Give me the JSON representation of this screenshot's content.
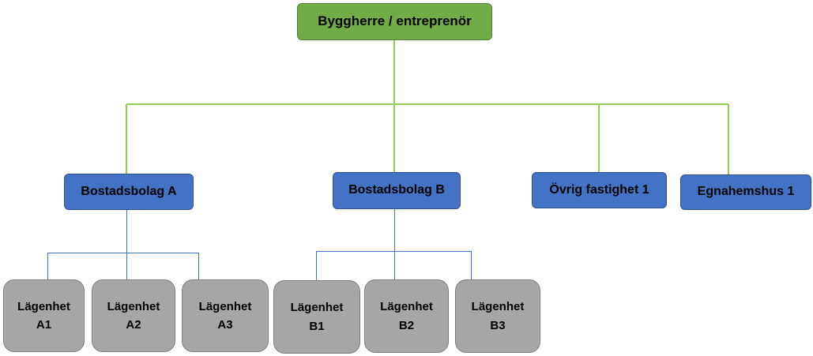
{
  "colors": {
    "owner_box": "#70ad47",
    "company_box": "#4472c4",
    "apartment_box": "#a6a6a6",
    "owner_connector": "#92d050",
    "company_connector": "#4472c4"
  },
  "root": {
    "label": "Byggherre / entreprenör"
  },
  "companies": [
    {
      "label": "Bostadsbolag A"
    },
    {
      "label": "Bostadsbolag B"
    },
    {
      "label": "Övrig fastighet 1"
    },
    {
      "label": "Egnahemshus 1"
    }
  ],
  "apartments": [
    {
      "line1": "Lägenhet",
      "line2": "A1"
    },
    {
      "line1": "Lägenhet",
      "line2": "A2"
    },
    {
      "line1": "Lägenhet",
      "line2": "A3"
    },
    {
      "line1": "Lägenhet",
      "line2": "B1"
    },
    {
      "line1": "Lägenhet",
      "line2": "B2"
    },
    {
      "line1": "Lägenhet",
      "line2": "B3"
    }
  ]
}
